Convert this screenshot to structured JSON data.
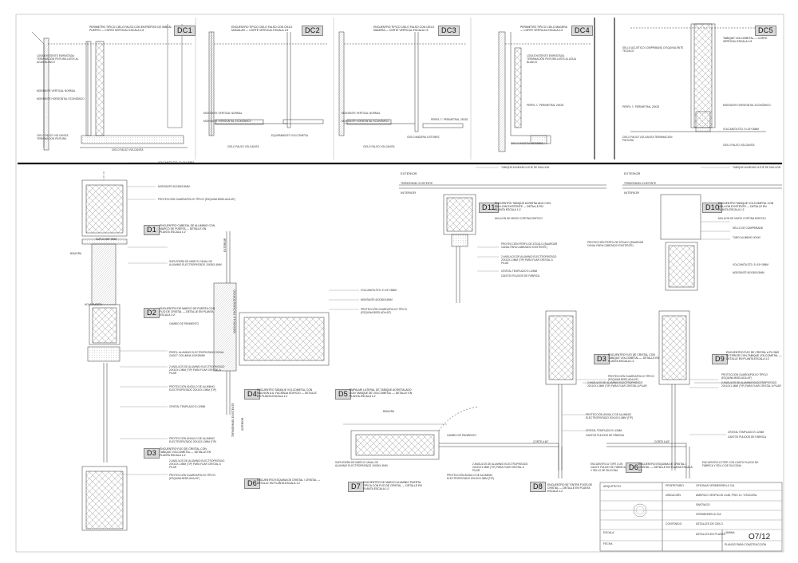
{
  "sheet": {
    "sheet_number": "O7/12",
    "sheet_title": "PLANOS PARA CONSTRUCCIÓN",
    "project_lines": [
      "OFICINAS VERMEHREN & CIA",
      "AMERICO VESPUCIO 4148, PISO 12, VITACURA",
      "SANTIAGO",
      "VERMEHREN & CIA",
      "DETALLES DE CIELO",
      "DETALLES EN PLANTA"
    ],
    "tb_labels": [
      "ARQUITECTO",
      "PROPIETARIO",
      "UBICACIÓN",
      "CONTENIDO",
      "ESCALA",
      "FECHA",
      "LÁMINA"
    ]
  },
  "details": [
    {
      "id": "DC1",
      "caption": "PERIMETRO TIPICO CIELO FALSO CON ENTREPISO DE 3MM AL PUERTO — CORTE VERTICAL ESCALA 1:5"
    },
    {
      "id": "DC2",
      "caption": "ENCUENTRO TIPICO CIELO FALSO CON CIELO MODULAR — CORTE VERTICAL ESCALA 1:5"
    },
    {
      "id": "DC3",
      "caption": "ENCUENTRO TIPICO CIELO FALSO CON CIELO MADERA — CORTE VERTICAL ESCALA 1:5"
    },
    {
      "id": "DC4",
      "caption": "PERIMETRO TIPICO CIELO MADERA — CORTE VERTICAL ESCALA 1:5"
    },
    {
      "id": "DC5",
      "caption": "TABIQUE VOLCOMETAL — CORTE VERTICAL ESCALA 1:5"
    },
    {
      "id": "D1",
      "caption": "ENCUENTRO CABEZAL DE ALUMINIO CON MARCO DE PUERTA — DETALLE EN PLANTA ESCALA 1:2"
    },
    {
      "id": "D2",
      "caption": "ENCUENTRO DE MARCO DE PUERTA CON FIJO DE CRISTAL — DETALLE EN PLANTA ESCALA 1:2"
    },
    {
      "id": "D3",
      "caption": "ENCUENTRO FIJO DE CRISTAL CON TABIQUE VOLCOMETAL — DETALLE EN PLANTA ESCALA 1:2"
    },
    {
      "id": "D4",
      "caption": "ENCUENTRO TABIQUE VOLCOMETAL CON MACHON A.A. FACHADA EDIFICIO — DETALLE EN PLANTA ESCALA 1:2"
    },
    {
      "id": "D5",
      "caption": "EMPALME LATERAL DE TABIQUE ACRISTALADO CON TABIQUE DE VOLCOMETAL — DETALLE EN PLANTA ESCALA 1:2"
    },
    {
      "id": "D6",
      "caption": "ENCUENTRO ESQUINA DE CRISTAL / CRISTAL — DETALLE EN PLANTA ESCALA 1:2"
    },
    {
      "id": "D7",
      "caption": "ENCUENTRO DE MARCO ALUMINIO PUERTA TIPICA CON FIJO DE CRISTAL — DETALLE EN PLANTA ESCALA 1:2"
    },
    {
      "id": "D8",
      "caption": "ENCUENTRO 90° ENTRE FIJOS DE CRISTAL — DETALLE EN PLANTA ESCALA 1:2"
    },
    {
      "id": "D9",
      "caption": "ENCUENTRO FIJO DE CRISTAL A PLOMO EXTERIOR CON TABIQUE VOLCOMETAL — DETALLE EN PLANTA ESCALA 1:2"
    },
    {
      "id": "D10",
      "caption": "ENCUENTRO TABIQUE VOLCOMETAL CON MULLION EXISTENTE — DETALLE EN PLANTA ESCALA 1:2"
    },
    {
      "id": "D11",
      "caption": "ENCUENTRO TABIQUE ACRISTALADO CON MULLION EXISTENTE — DETALLE EN PLANTA ESCALA 1:2"
    }
  ],
  "notes": {
    "volcanita": "VOLCANITA STD. E=15+15MM",
    "montante": "MONTANTE 60x38x0.5MM",
    "proteccion": "PROTECCIÓN GUARDAPOLVO TÍPICO (ESQUINA BISELADA 45°)",
    "perfil_alum": "PERFIL ALUMINIO ELECTROPINTADO SODAL CASO7 COLUMNA 100x25MM",
    "suple": "SUPLE MDF 8MM",
    "bisagra": "BISAGRA",
    "hoja_puerta": "HOJA PUERTA",
    "suple_marco": "SUPLEDERA DE MARCO CANAL DE ALUMINIO ELECTROPINTADO 15x8x1.4MM",
    "angulos": "2 ANGULOS DE ALUMINIO ELECTROPINTADO 20X10X1.3MM (TIP) PARA FIJAR CRISTAL A PILAR",
    "proteccion_angulo": "PROTECCIÓN ÁNGULO DE ALUMINIO ELECTROPINTADO 20X10X1.3MM (TIP)",
    "cristal": "CRISTAL TEMPLADO E=12MM",
    "cambio_pav": "CAMBIO DE PAVIMENTO",
    "tabique_alineado": "TABIQUE ALINEADO A EJE DE MULLION",
    "exterior": "EXTERIOR",
    "interior": "INTERIOR",
    "termopanel": "TERMOPANEL EXISTENTE",
    "mullion": "MULLION DE MURO CORTINA EDIFICIO",
    "sello": "SELLO DE COMPRIBAND",
    "perfil_zocalo": "PROYECCIÓN PERFIL DE ZÓCALO (BUARDAR CANAL PARA CABEZADO EXISTENTE)",
    "cantos": "CANTOS PULIDOS DE FÁBRICA",
    "cielo_falso": "CIELO FALSO VOLCANITA",
    "losa": "LOSA EXISTENTE EMPASTADA TERMINACIÓN PINTURA LATEX AL AGUA BLANCO",
    "hilo_tenso": "MONTANTE VERTICAL NORMAL",
    "montante_horiz": "MONTANTE HORIZONTAL ECONÓMICO",
    "equipamiento": "EQUIPAMIENTO VOLCOMETAL",
    "cielo_madera": "CIELO MADERA LISTONES",
    "perfil_l": "PERFIL 'L' PERIMETRAL 25X25",
    "sello_dc": "SELLO ACUSTICO COMPRIBAND O EQUIVALENTE TECNICO",
    "cielo_bajo": "CIELO FALSO VOLCANITA TERMINACION PINTURA",
    "machon": "MACHON A.A. FACHADA EDIFICIO",
    "angulo_45": "CORTE A 45°",
    "encuentro_tope": "ENCUENTRO A TOPE CON CANTO PULIDO DE FÁBRICA Y SELLO DE SILICONA",
    "tubo": "TUBO ALUMINIO 40X40"
  }
}
